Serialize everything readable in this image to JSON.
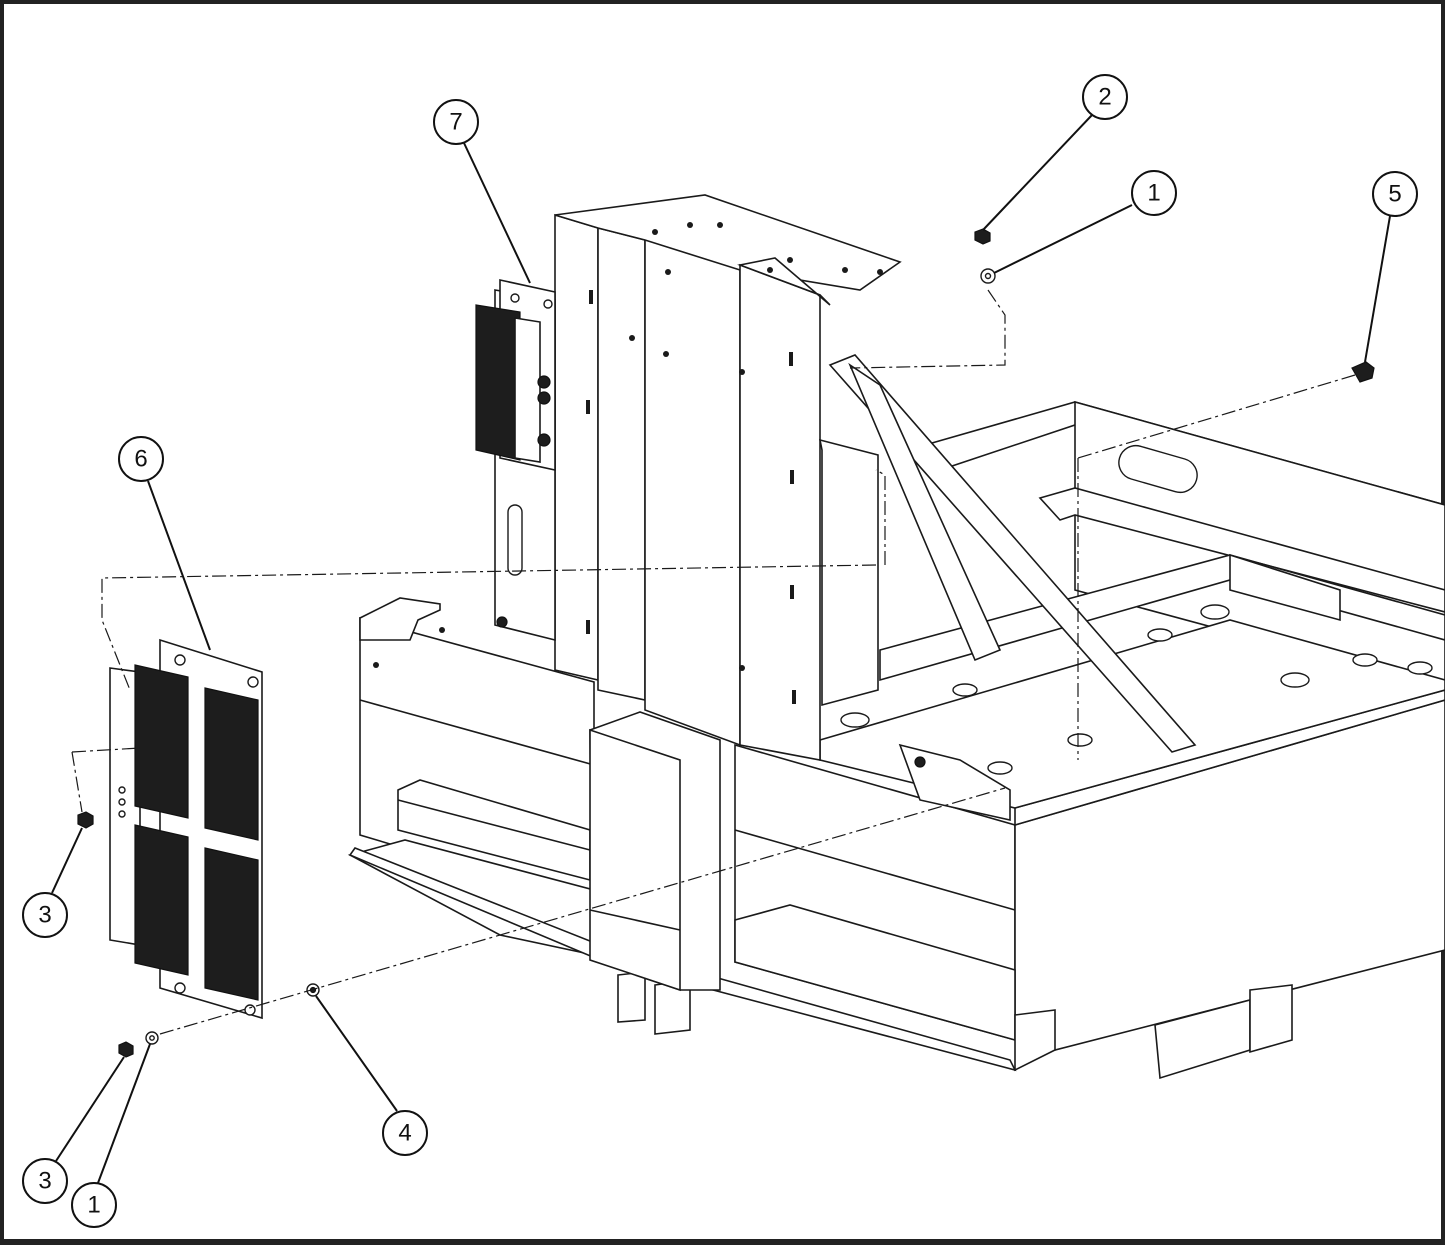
{
  "callouts": [
    {
      "id": "callout-7",
      "label": "7"
    },
    {
      "id": "callout-2",
      "label": "2"
    },
    {
      "id": "callout-1-top",
      "label": "1"
    },
    {
      "id": "callout-5",
      "label": "5"
    },
    {
      "id": "callout-6",
      "label": "6"
    },
    {
      "id": "callout-3-left",
      "label": "3"
    },
    {
      "id": "callout-4",
      "label": "4"
    },
    {
      "id": "callout-3-bottom",
      "label": "3"
    },
    {
      "id": "callout-1-bottom",
      "label": "1"
    }
  ]
}
